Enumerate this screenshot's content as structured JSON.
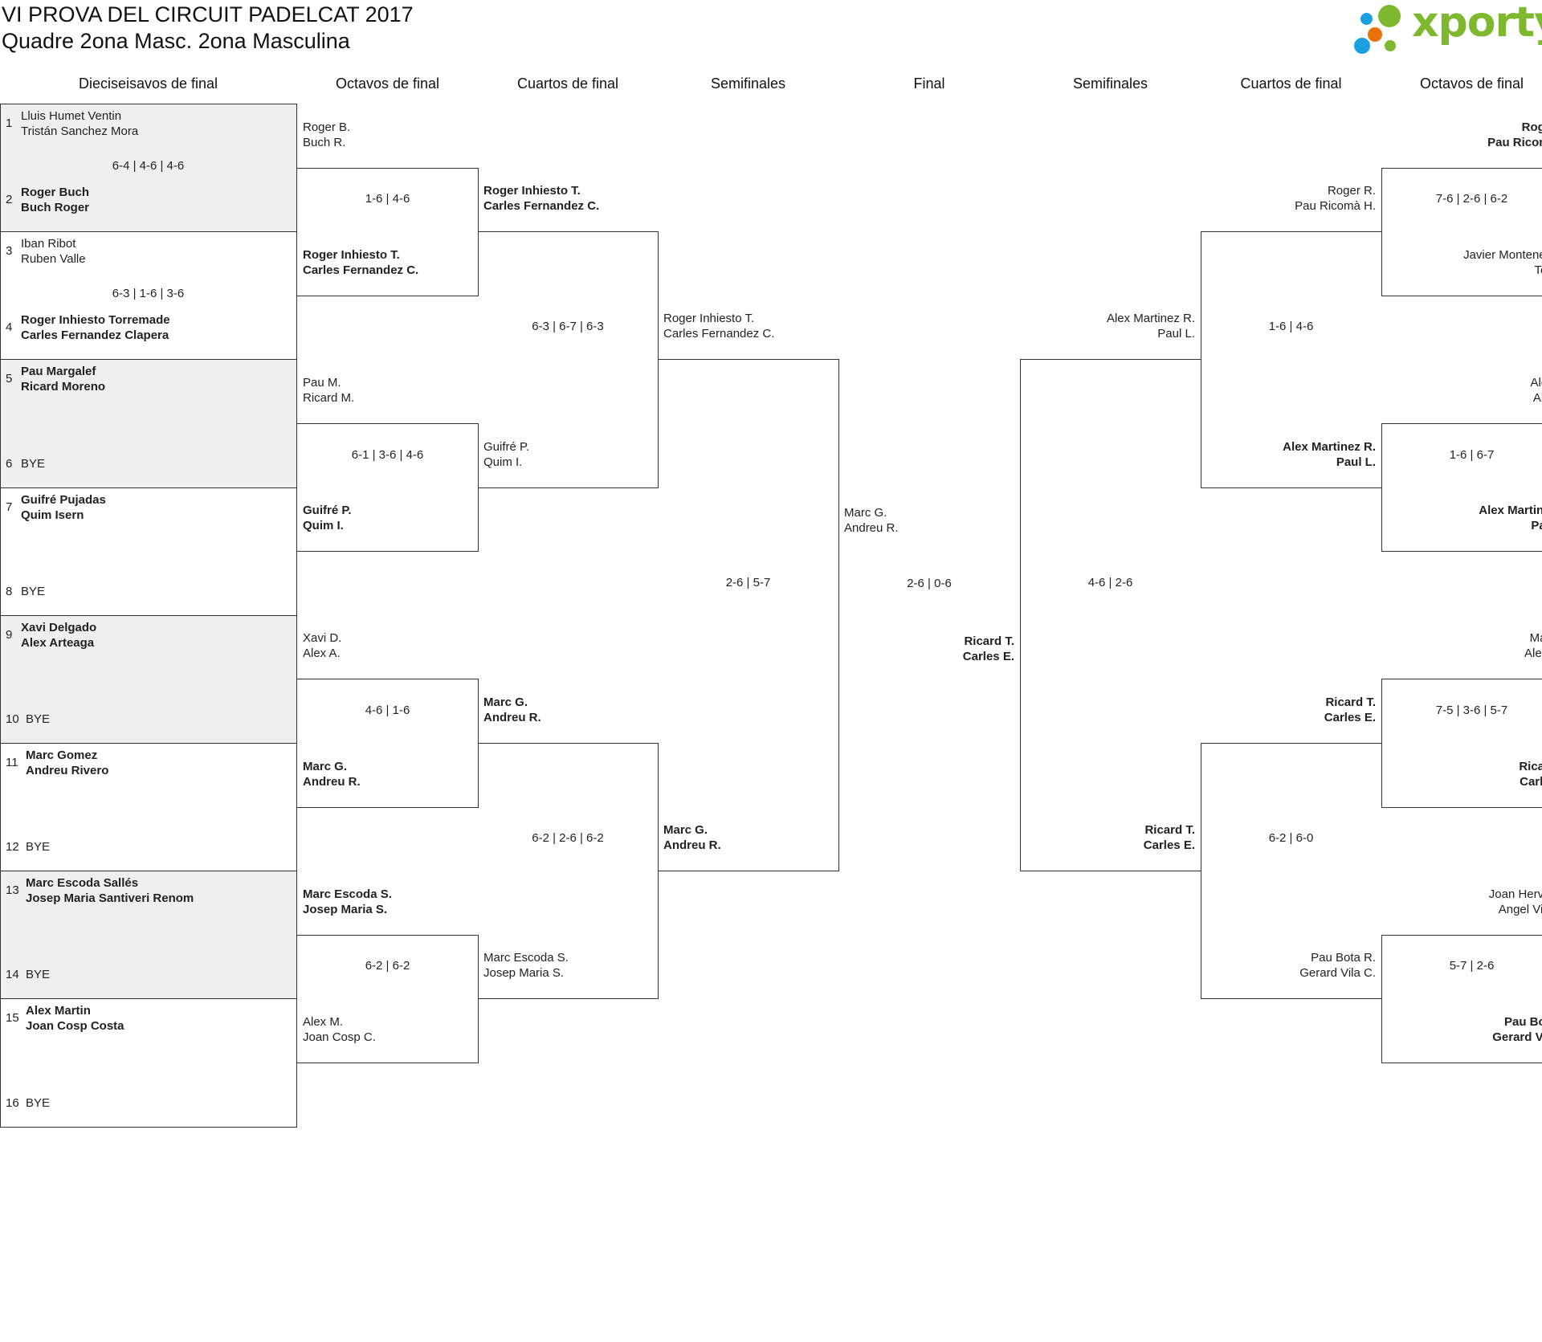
{
  "header": {
    "title": "VI PROVA DEL CIRCUIT PADELCAT 2017",
    "subtitle": "Quadre 2ona Masc. 2ona Masculina",
    "logo_text": "xporty"
  },
  "colors": {
    "line": "#333333",
    "grey_row": "#efefef",
    "logo_green": "#7db82f",
    "logo_blue": "#1a9fe0",
    "logo_orange": "#e8710a"
  },
  "round_headers": [
    "Dieciseisavos de final",
    "Octavos de final",
    "Cuartos de final",
    "Semifinales",
    "Final",
    "Semifinales",
    "Cuartos de final",
    "Octavos de final"
  ],
  "r32": [
    {
      "score": "6-4 | 4-6 | 4-6",
      "entries": [
        {
          "seed": "1",
          "names": [
            "Lluis Humet Ventin",
            "Tristán Sanchez Mora"
          ],
          "winner": false
        },
        {
          "seed": "2",
          "names": [
            "Roger Buch",
            "Buch Roger"
          ],
          "winner": true
        }
      ]
    },
    {
      "score": "6-3 | 1-6 | 3-6",
      "entries": [
        {
          "seed": "3",
          "names": [
            "Iban Ribot",
            "Ruben Valle"
          ],
          "winner": false
        },
        {
          "seed": "4",
          "names": [
            "Roger Inhiesto Torremade",
            "Carles Fernandez Clapera"
          ],
          "winner": true
        }
      ]
    },
    {
      "score": "",
      "entries": [
        {
          "seed": "5",
          "names": [
            "Pau Margalef",
            "Ricard Moreno"
          ],
          "winner": true
        },
        {
          "seed": "6",
          "names": [
            "BYE"
          ],
          "winner": false
        }
      ]
    },
    {
      "score": "",
      "entries": [
        {
          "seed": "7",
          "names": [
            "Guifré Pujadas",
            "Quim Isern"
          ],
          "winner": true
        },
        {
          "seed": "8",
          "names": [
            "BYE"
          ],
          "winner": false
        }
      ]
    },
    {
      "score": "",
      "entries": [
        {
          "seed": "9",
          "names": [
            "Xavi Delgado",
            "Alex Arteaga"
          ],
          "winner": true
        },
        {
          "seed": "10",
          "names": [
            "BYE"
          ],
          "winner": false
        }
      ]
    },
    {
      "score": "",
      "entries": [
        {
          "seed": "11",
          "names": [
            "Marc Gomez",
            "Andreu Rivero"
          ],
          "winner": true
        },
        {
          "seed": "12",
          "names": [
            "BYE"
          ],
          "winner": false
        }
      ]
    },
    {
      "score": "",
      "entries": [
        {
          "seed": "13",
          "names": [
            "Marc Escoda Sallés",
            "Josep Maria Santiveri Renom"
          ],
          "winner": true
        },
        {
          "seed": "14",
          "names": [
            "BYE"
          ],
          "winner": false
        }
      ]
    },
    {
      "score": "",
      "entries": [
        {
          "seed": "15",
          "names": [
            "Alex Martin",
            "Joan Cosp Costa"
          ],
          "winner": true
        },
        {
          "seed": "16",
          "names": [
            "BYE"
          ],
          "winner": false
        }
      ]
    }
  ],
  "left": {
    "octavos": [
      {
        "score": "1-6 | 4-6",
        "top": {
          "names": [
            "Roger B.",
            "Buch R."
          ],
          "winner": false
        },
        "bottom": {
          "names": [
            "Roger Inhiesto T.",
            "Carles Fernandez C."
          ],
          "winner": true
        }
      },
      {
        "score": "6-1 | 3-6 | 4-6",
        "top": {
          "names": [
            "Pau M.",
            "Ricard M."
          ],
          "winner": false
        },
        "bottom": {
          "names": [
            "Guifré P.",
            "Quim I."
          ],
          "winner": true
        }
      },
      {
        "score": "4-6 | 1-6",
        "top": {
          "names": [
            "Xavi D.",
            "Alex A."
          ],
          "winner": false
        },
        "bottom": {
          "names": [
            "Marc G.",
            "Andreu R."
          ],
          "winner": true
        }
      },
      {
        "score": "6-2 | 6-2",
        "top": {
          "names": [
            "Marc Escoda S.",
            "Josep Maria S."
          ],
          "winner": true
        },
        "bottom": {
          "names": [
            "Alex M.",
            "Joan Cosp C."
          ],
          "winner": false
        }
      }
    ],
    "cuartos": [
      {
        "score": "6-3 | 6-7 | 6-3",
        "top": {
          "names": [
            "Roger Inhiesto T.",
            "Carles Fernandez C."
          ],
          "winner": true
        },
        "bottom": {
          "names": [
            "Guifré P.",
            "Quim I."
          ],
          "winner": false
        }
      },
      {
        "score": "6-2 | 2-6 | 6-2",
        "top": {
          "names": [
            "Marc G.",
            "Andreu R."
          ],
          "winner": true
        },
        "bottom": {
          "names": [
            "Marc Escoda S.",
            "Josep Maria S."
          ],
          "winner": false
        }
      }
    ],
    "semis": [
      {
        "score": "2-6 | 5-7",
        "top": {
          "names": [
            "Roger Inhiesto T.",
            "Carles Fernandez C."
          ],
          "winner": false
        },
        "bottom": {
          "names": [
            "Marc G.",
            "Andreu R."
          ],
          "winner": true
        }
      }
    ]
  },
  "final": {
    "score": "2-6 | 0-6",
    "left": {
      "names": [
        "Marc G.",
        "Andreu R."
      ],
      "winner": false
    },
    "right": {
      "names": [
        "Ricard T.",
        "Carles E."
      ],
      "winner": true
    }
  },
  "right": {
    "semis": [
      {
        "score": "4-6 | 2-6",
        "top": {
          "names": [
            "Alex Martinez R.",
            "Paul L."
          ],
          "winner": false
        },
        "bottom": {
          "names": [
            "Ricard T.",
            "Carles E."
          ],
          "winner": true
        }
      }
    ],
    "cuartos": [
      {
        "score": "1-6 | 4-6",
        "top": {
          "names": [
            "Roger R.",
            "Pau Ricomà H."
          ],
          "winner": false
        },
        "bottom": {
          "names": [
            "Alex Martinez R.",
            "Paul L."
          ],
          "winner": true
        }
      },
      {
        "score": "6-2 | 6-0",
        "top": {
          "names": [
            "Ricard T.",
            "Carles E."
          ],
          "winner": true
        },
        "bottom": {
          "names": [
            "Pau Bota R.",
            "Gerard Vila C."
          ],
          "winner": false
        }
      }
    ],
    "octavos": [
      {
        "score": "7-6 | 2-6 | 6-2",
        "top": {
          "names": [
            "Roger",
            "Pau Ricomà"
          ],
          "winner": true
        },
        "bottom": {
          "names": [
            "Javier Montenegr",
            "Toni"
          ],
          "winner": false
        }
      },
      {
        "score": "1-6 | 6-7",
        "top": {
          "names": [
            "Aleix",
            "Alex"
          ],
          "winner": false
        },
        "bottom": {
          "names": [
            "Alex Martinez",
            "Paul"
          ],
          "winner": true
        }
      },
      {
        "score": "7-5 | 3-6 | 5-7",
        "top": {
          "names": [
            "Marc",
            "Alexis"
          ],
          "winner": false
        },
        "bottom": {
          "names": [
            "Ricard",
            "Carles"
          ],
          "winner": true
        }
      },
      {
        "score": "5-7 | 2-6",
        "top": {
          "names": [
            "Joan Hervas",
            "Angel Vilar"
          ],
          "winner": false
        },
        "bottom": {
          "names": [
            "Pau Bota",
            "Gerard Vila"
          ],
          "winner": true
        }
      }
    ]
  }
}
